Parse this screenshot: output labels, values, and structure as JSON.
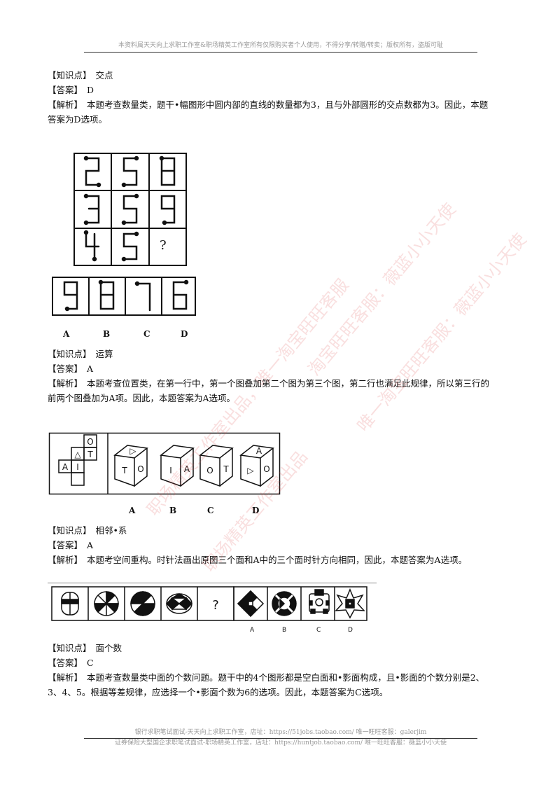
{
  "header": "本资料属天天向上求职工作室&职场精英工作室所有仅限购买者个人使用，不得分享/转赠/转卖；版权所有，盗版可耻",
  "footer1": "银行求职笔试面试-天天向上求职工作室，店址：https://51jobs.taobao.com/ 唯一旺旺客服：galerjim",
  "footer2": "证券保险大型国企求职笔试面试-职场精英工作室，店址：https://huntjob.taobao.com/ 唯一旺旺客服：薇蓝小小天使",
  "labels": {
    "knowledge": "【知识点】",
    "answer": "【答案】",
    "analysis": "【解析】"
  },
  "q1": {
    "knowledge": "交点",
    "answer": "D",
    "analysis_l1": "本题考查数量类，题干•幅图形中圆内部的直线的数量都为3，且与外部圆形的交点数都为3。因此，本题",
    "analysis_l2": "答案为D选项。"
  },
  "q2": {
    "grid_question": "?",
    "options": [
      "A",
      "B",
      "C",
      "D"
    ],
    "knowledge": "运算",
    "answer": "A",
    "analysis_l1": "本题考查位置类，在第一行中，第一个图叠加第二个图为第三个图，第二行也满足此规律，所以第三行的",
    "analysis_l2": "前两个图叠加为A项。因此，本题答案为A选项。"
  },
  "q3": {
    "net_letters": [
      "O",
      "T",
      "△",
      "I",
      "A"
    ],
    "cube_faces": [
      [
        "▷",
        "T",
        "O"
      ],
      [
        "",
        "I",
        "A"
      ],
      [
        "",
        "O",
        "T"
      ],
      [
        "A",
        "▷",
        "O"
      ]
    ],
    "options": [
      "A",
      "B",
      "C",
      "D"
    ],
    "knowledge": "相邻•系",
    "answer": "A",
    "analysis_l1": "本题考空间重构。时针法画出原图三个面和A中的三个面时针方向相同，因此，本题答案为A选项。"
  },
  "q4": {
    "question_mark": "?",
    "options": [
      "A",
      "B",
      "C",
      "D"
    ],
    "knowledge": "面个数",
    "answer": "C",
    "analysis_l1": "本题考查数量类中面的个数问题。题干中的4个图形都是空白面和•影面构成，且•影面的个数分别是2、",
    "analysis_l2": "3、4、5。根据等差规律，应选择一个•影面个数为6的选项。因此，本题答案为C选项。"
  },
  "watermarks": [
    "淘宝旺旺客服：薇蓝小小天使",
    "唯一淘宝旺旺客服：薇蓝小小天使",
    "职场精英工作室出品，唯一淘宝旺旺客服",
    "职场精英工作室出品"
  ]
}
